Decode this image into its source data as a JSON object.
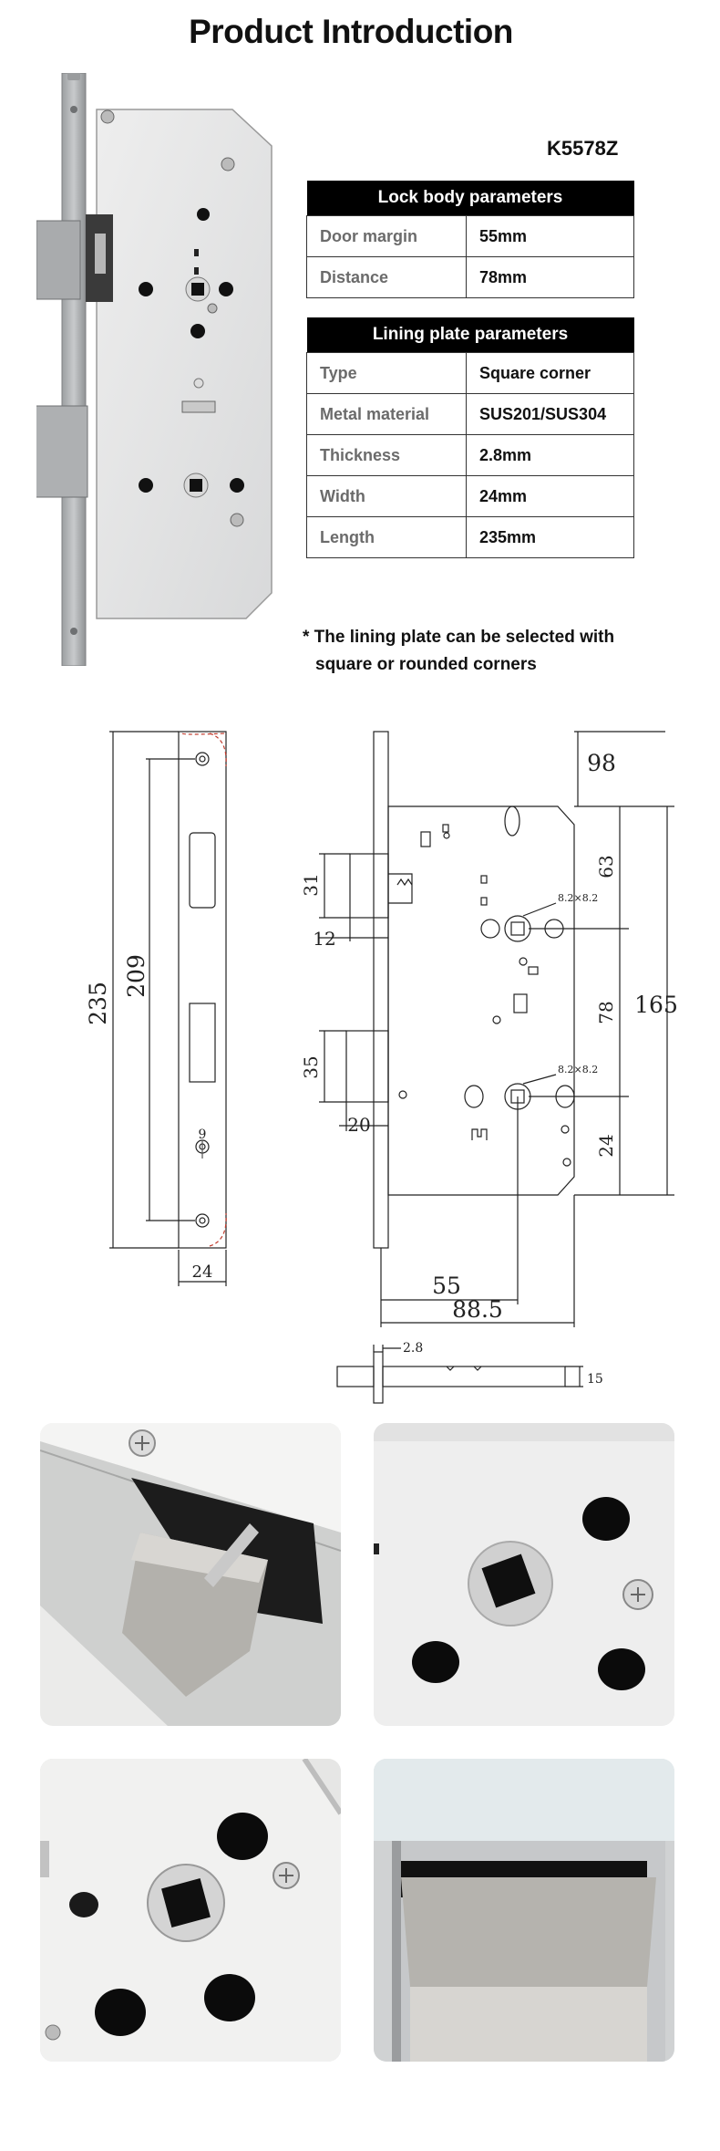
{
  "page": {
    "title": "Product Introduction",
    "model": "K5578Z"
  },
  "lock_body": {
    "header": "Lock body parameters",
    "rows": [
      {
        "key": "Door margin",
        "value": "55mm"
      },
      {
        "key": "Distance",
        "value": "78mm"
      }
    ]
  },
  "lining_plate": {
    "header": "Lining plate parameters",
    "rows": [
      {
        "key": "Type",
        "value": "Square corner"
      },
      {
        "key": "Metal material",
        "value": "SUS201/SUS304"
      },
      {
        "key": "Thickness",
        "value": "2.8mm"
      },
      {
        "key": "Width",
        "value": "24mm"
      },
      {
        "key": "Length",
        "value": "235mm"
      }
    ]
  },
  "note": {
    "line1": "* The lining plate can be selected with",
    "line2": "square or rounded corners"
  },
  "drawing": {
    "plate_length": "235",
    "plate_hole_distance": "209",
    "plate_width": "24",
    "body_top": "98",
    "body_upper": "63",
    "body_height": "165",
    "body_distance": "78",
    "body_lower": "24",
    "latch_height": "31",
    "latch_throw": "12",
    "bolt_height": "35",
    "bolt_throw": "20",
    "backset": "55",
    "body_depth": "88.5",
    "spindle_upper": "8.2×8.2",
    "spindle_lower": "8.2×8.2",
    "faceplate_thickness": "2.8",
    "faceplate_height": "15",
    "dim_9": "9"
  },
  "colors": {
    "header_bg": "#000000",
    "steel": "#c9cbcc",
    "dark_steel": "#8e9092"
  }
}
